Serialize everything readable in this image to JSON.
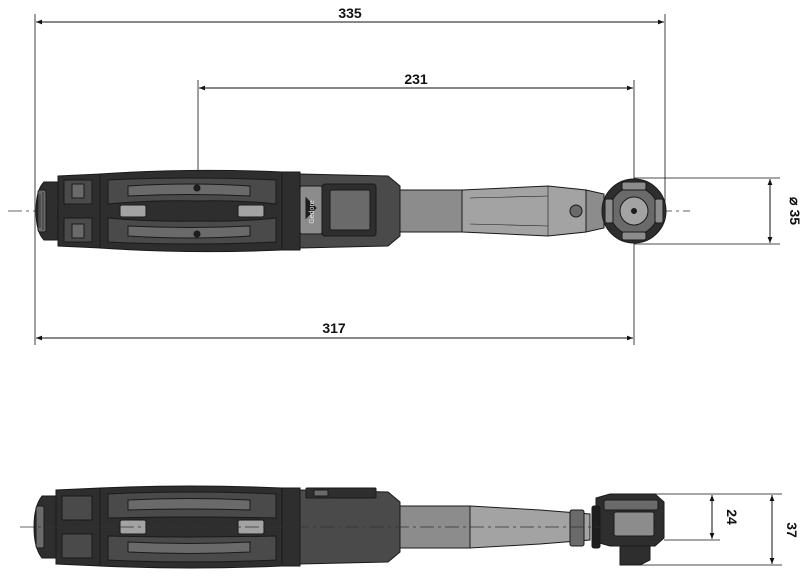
{
  "dimensions": {
    "overall_length": "335",
    "handle_to_head": "231",
    "body_length": "317",
    "head_diameter": "35",
    "head_diameter_symbol": "⌀",
    "drive_height": "24",
    "total_height": "37"
  },
  "logo_text": "Gedore",
  "colors": {
    "line": "#111111",
    "grip_dark": "#2e2e2e",
    "grip_mid": "#4a4a4a",
    "shaft": "#8c8c8c"
  }
}
